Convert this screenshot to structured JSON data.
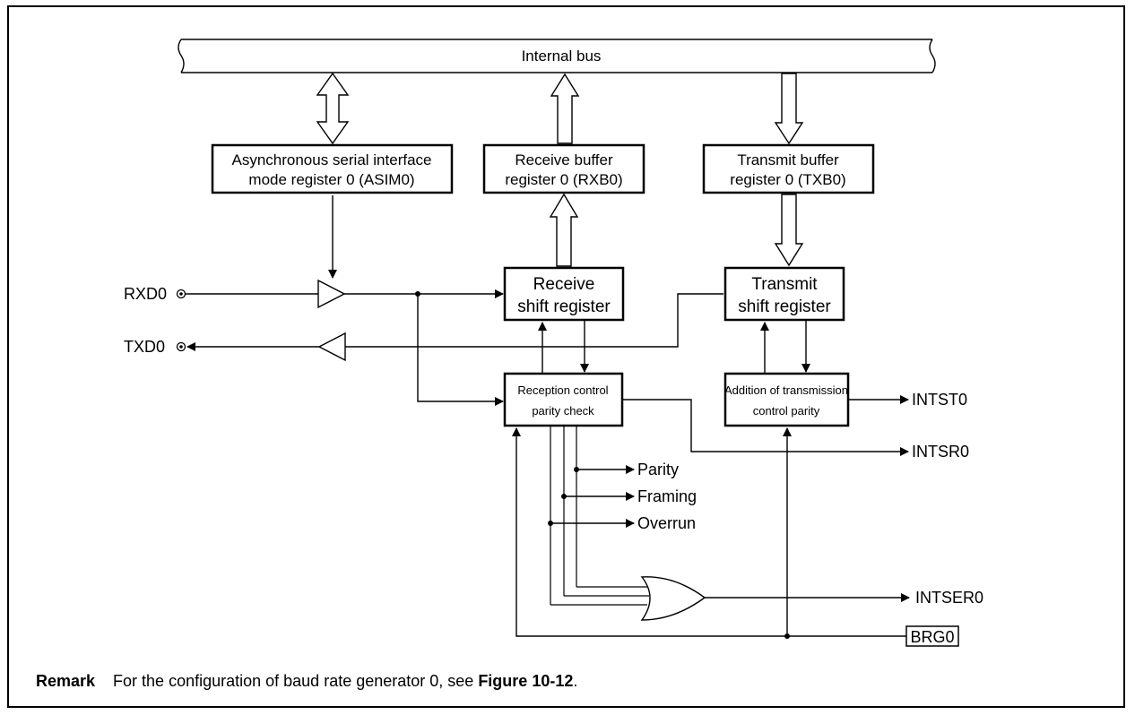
{
  "bus": {
    "label": "Internal bus"
  },
  "blocks": {
    "asim0": {
      "line1": "Asynchronous serial interface",
      "line2": "mode register 0 (ASIM0)"
    },
    "rxb0": {
      "line1": "Receive buffer",
      "line2": "register 0 (RXB0)"
    },
    "txb0": {
      "line1": "Transmit buffer",
      "line2": "register 0 (TXB0)"
    },
    "rx_shift": {
      "line1": "Receive",
      "line2": "shift register"
    },
    "tx_shift": {
      "line1": "Transmit",
      "line2": "shift register"
    },
    "rx_ctrl": {
      "line1": "Reception control",
      "line2": "parity check"
    },
    "tx_ctrl": {
      "line1": "Addition of transmission",
      "line2": "control parity"
    },
    "brg0": {
      "label": "BRG0"
    }
  },
  "pins": {
    "rxd0": "RXD0",
    "txd0": "TXD0"
  },
  "signals": {
    "intst0": "INTST0",
    "intsr0": "INTSR0",
    "intser0": "INTSER0",
    "parity": "Parity",
    "framing": "Framing",
    "overrun": "Overrun"
  },
  "remark": {
    "label": "Remark",
    "text": "For the configuration of baud rate generator 0, see ",
    "ref": "Figure 10-12",
    "end": "."
  }
}
